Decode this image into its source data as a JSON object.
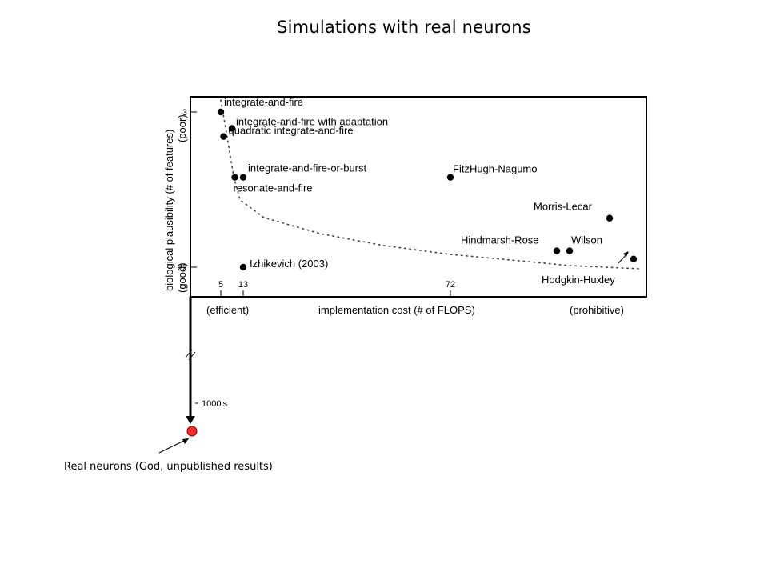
{
  "title": "Simulations with real neurons",
  "footnote": "Real neurons (God, unpublished results)",
  "chart_data": {
    "type": "scatter",
    "xlabel": "implementation cost (# of FLOPS)",
    "ylabel": "biological plausibility (# of features)",
    "x_end_labels": {
      "left": "(efficient)",
      "right": "(prohibitive)"
    },
    "y_end_labels": {
      "top": "(poor)",
      "bottom": "(good)"
    },
    "x_ticks": [
      5,
      13,
      72
    ],
    "y_ticks": [
      3,
      22
    ],
    "extension": {
      "label": "1000's"
    },
    "real_neuron_color": "#ff2a2a",
    "points": [
      {
        "name": "integrate-and-fire",
        "cost": 5,
        "features": 3
      },
      {
        "name": "integrate-and-fire with adaptation",
        "cost": 9,
        "features": 5
      },
      {
        "name": "quadratic integrate-and-fire",
        "cost": 6,
        "features": 6
      },
      {
        "name": "integrate-and-fire-or-burst",
        "cost": 13,
        "features": 11
      },
      {
        "name": "resonate-and-fire",
        "cost": 10,
        "features": 11
      },
      {
        "name": "Izhikevich (2003)",
        "cost": 13,
        "features": 22
      },
      {
        "name": "FitzHugh-Nagumo",
        "cost": 72,
        "features": 11
      },
      {
        "name": "Morris-Lecar",
        "cost": 600,
        "features": 16
      },
      {
        "name": "Hindmarsh-Rose",
        "cost": 120,
        "features": 20
      },
      {
        "name": "Wilson",
        "cost": 180,
        "features": 20
      },
      {
        "name": "Hodgkin-Huxley",
        "cost": 1200,
        "features": 21
      }
    ]
  }
}
